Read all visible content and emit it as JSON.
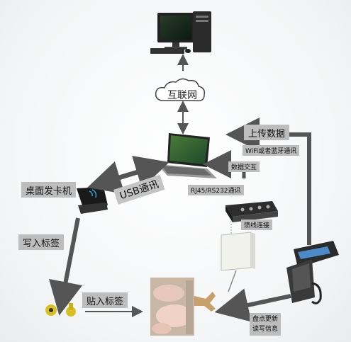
{
  "nodes": {
    "cloud": "互联网",
    "desk_reader": "桌面发卡机",
    "write_tag": "写入标签",
    "attach_tag": "贴入标签",
    "upload": "上传数据",
    "wifi": "WiFi或者蓝牙通讯",
    "exchange": "数据交互",
    "rj45": "RJ45/RS232通讯",
    "feeder": "馈线连接",
    "inventory": "盘点更新\n读写信息",
    "usb": "USB通讯"
  },
  "colors": {
    "arrow": "#555555",
    "label_bg": "#bdbdbd"
  }
}
